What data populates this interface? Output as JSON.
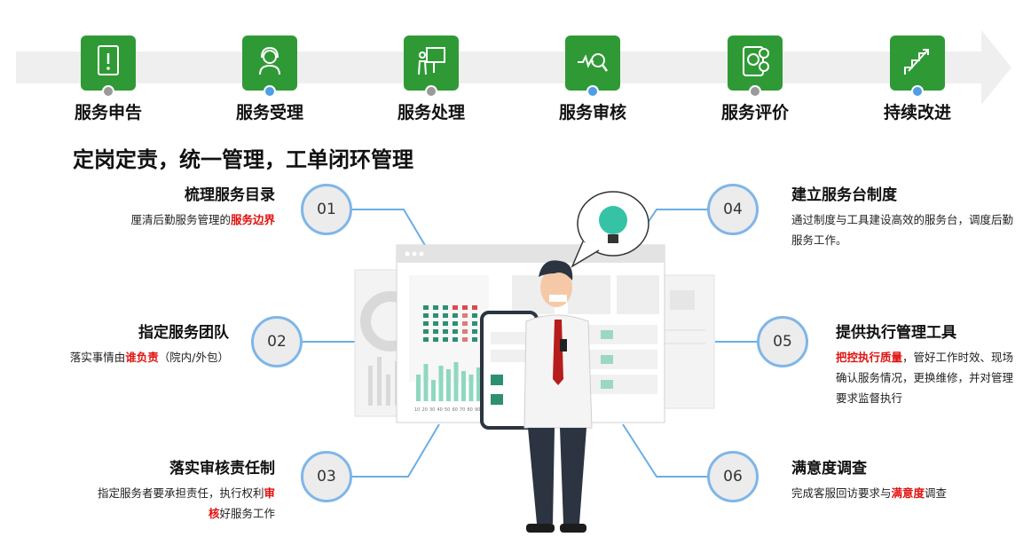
{
  "process": {
    "steps": [
      {
        "label": "服务申告",
        "icon": "report-document-icon",
        "dot_color": "#9a9a9a"
      },
      {
        "label": "服务受理",
        "icon": "customer-service-headset-icon",
        "dot_color": "#4f9ee6"
      },
      {
        "label": "服务处理",
        "icon": "presentation-board-icon",
        "dot_color": "#9a9a9a"
      },
      {
        "label": "服务审核",
        "icon": "magnifier-chart-icon",
        "dot_color": "#4f9ee6"
      },
      {
        "label": "服务评价",
        "icon": "tablet-rating-icon",
        "dot_color": "#9a9a9a"
      },
      {
        "label": "持续改进",
        "icon": "growth-chart-icon",
        "dot_color": "#4f9ee6"
      }
    ]
  },
  "headline": "定岗定责，统一管理，工单闭环管理",
  "items": [
    {
      "num": "01",
      "title": "梳理服务目录",
      "desc_pre": "厘清后勤服务管理的",
      "desc_hl": "服务边界",
      "desc_post": ""
    },
    {
      "num": "02",
      "title": "指定服务团队",
      "desc_pre": "落实事情由",
      "desc_hl": "谁负责",
      "desc_post": "（院内/外包）"
    },
    {
      "num": "03",
      "title": "落实审核责任制",
      "desc_pre": "指定服务者要承担责任，执行权利",
      "desc_hl": "审核",
      "desc_post": "好服务工作"
    },
    {
      "num": "04",
      "title": "建立服务台制度",
      "desc_pre": "通过制度与工具建设高效的服务台，调度后勤服务工作。",
      "desc_hl": "",
      "desc_post": ""
    },
    {
      "num": "05",
      "title": "提供执行管理工具",
      "desc_pre": "",
      "desc_hl": "把控执行质量",
      "desc_post": "，管好工作时效、现场确认服务情况，更换维修，并对管理要求监督执行"
    },
    {
      "num": "06",
      "title": "满意度调查",
      "desc_pre": "完成客服回访要求与",
      "desc_hl": "满意度",
      "desc_post": "调查"
    }
  ],
  "illustration": {
    "axis_ticks": [
      "10",
      "20",
      "30",
      "40",
      "50",
      "60",
      "70",
      "80",
      "90"
    ]
  },
  "colors": {
    "green": "#2f9a35",
    "blue": "#4f9ee6",
    "line": "#6aaee6",
    "highlight": "#e0120f"
  }
}
